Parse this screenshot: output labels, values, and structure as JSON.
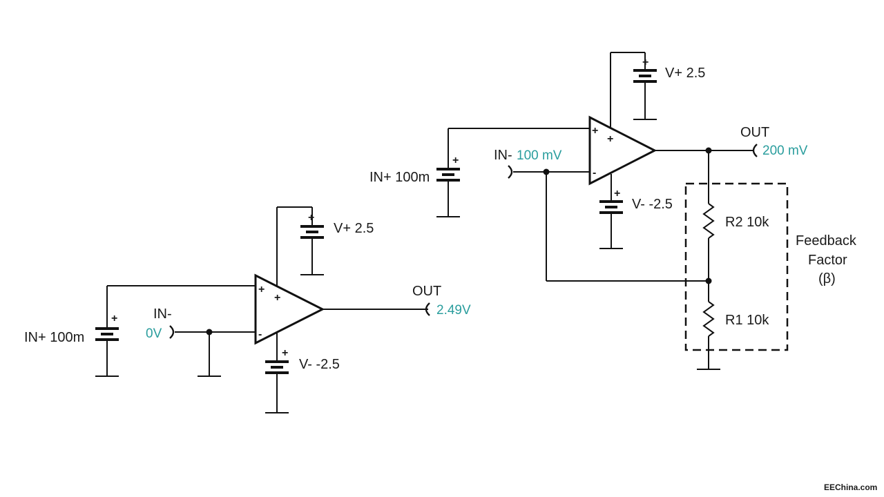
{
  "colors": {
    "value": "#2a9d9d",
    "wire": "#111111"
  },
  "circuit_left": {
    "in_plus_label": "IN+ 100m",
    "in_minus_label": "IN-",
    "in_minus_value": "0V",
    "vplus_label": "V+ 2.5",
    "vminus_label": "V- -2.5",
    "out_label": "OUT",
    "out_value": "2.49V"
  },
  "circuit_right": {
    "in_plus_label": "IN+ 100m",
    "in_minus_label": "IN-",
    "in_minus_value": "100 mV",
    "vplus_label": "V+ 2.5",
    "vminus_label": "V- -2.5",
    "out_label": "OUT",
    "out_value": "200 mV",
    "r2_label": "R2 10k",
    "r1_label": "R1 10k",
    "feedback_line1": "Feedback",
    "feedback_line2": "Factor",
    "feedback_line3": "(β)"
  },
  "symbols": {
    "plus": "+",
    "minus": "-"
  },
  "watermark": "EEChina.com"
}
